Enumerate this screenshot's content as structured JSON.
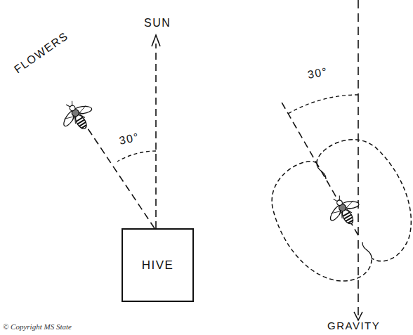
{
  "diagram": {
    "nodes": [
      {
        "text": [
          "HIVE"
        ]
      }
    ],
    "labels": [
      "SUN",
      "FLOWERS",
      "30°",
      "30°",
      "GRAVITY",
      "© Copyright MS State"
    ]
  }
}
